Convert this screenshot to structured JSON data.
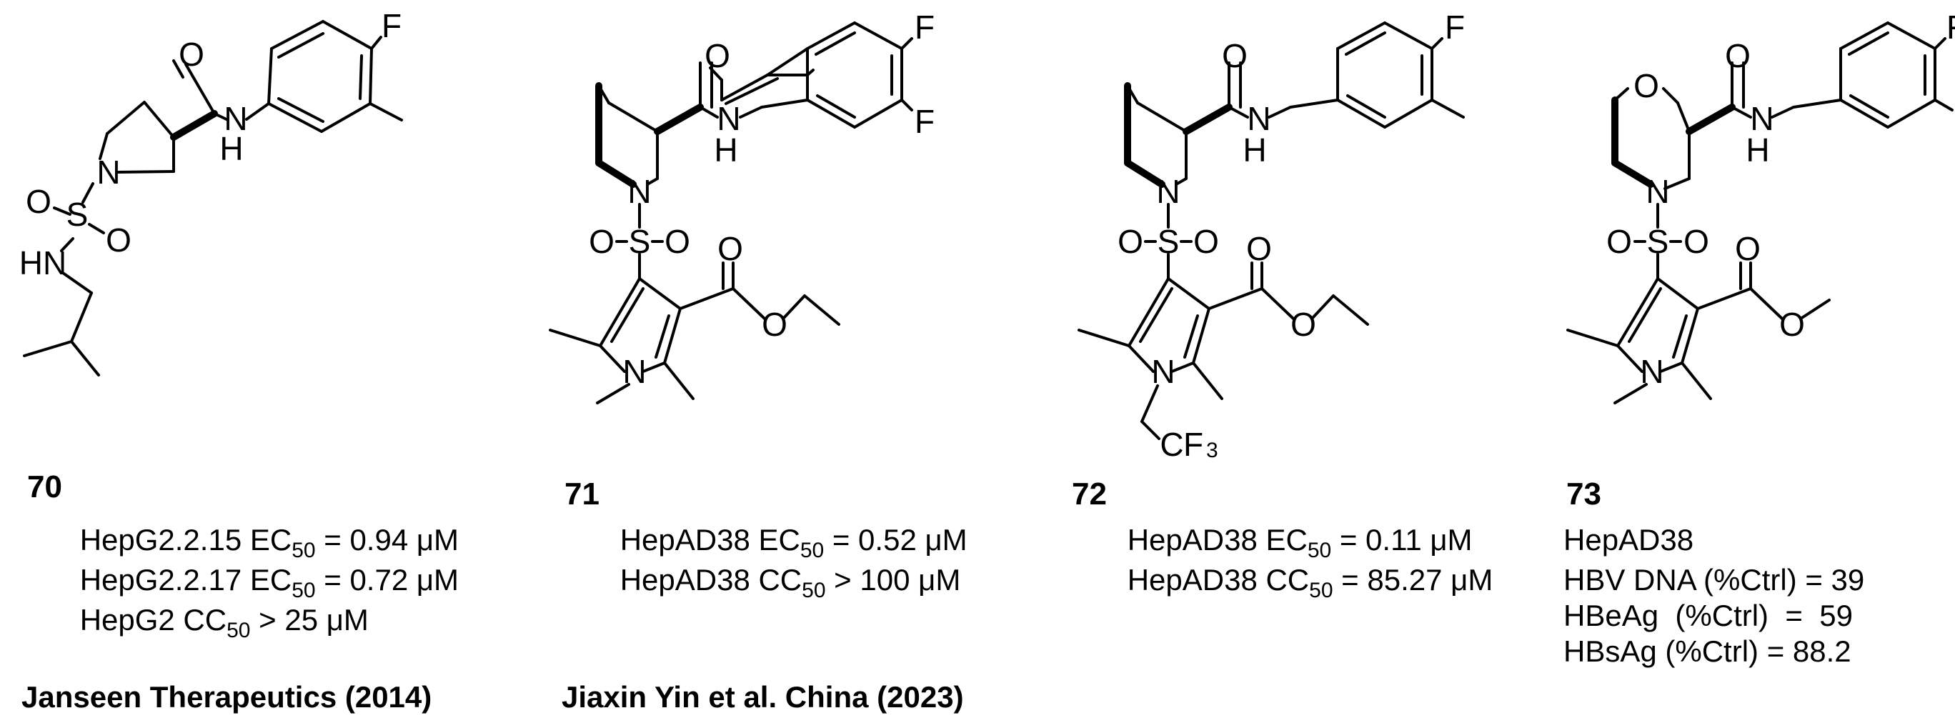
{
  "compounds": [
    {
      "id": "70",
      "assays": [
        {
          "pre": "HepG2.2.15 EC",
          "sub": "50",
          "post": " = 0.94 μM"
        },
        {
          "pre": "HepG2.2.17 EC",
          "sub": "50",
          "post": " = 0.72 μM"
        },
        {
          "pre": "HepG2 CC",
          "sub": "50",
          "post": " > 25 μM"
        }
      ],
      "reference": "Janseen Therapeutics (2014)"
    },
    {
      "id": "71",
      "assays": [
        {
          "pre": "HepAD38 EC",
          "sub": "50",
          "post": " = 0.52 μM"
        },
        {
          "pre": "HepAD38 CC",
          "sub": "50",
          "post": " > 100 μM"
        }
      ],
      "reference": "Jiaxin Yin et al. China (2023)"
    },
    {
      "id": "72",
      "assays": [
        {
          "pre": "HepAD38 EC",
          "sub": "50",
          "post": " = 0.11 μM"
        },
        {
          "pre": "HepAD38 CC",
          "sub": "50",
          "post": " = 85.27 μM"
        }
      ]
    },
    {
      "id": "73",
      "assays": [
        {
          "pre": "HepAD38",
          "sub": "",
          "post": ""
        },
        {
          "pre": "HBV DNA (%Ctrl) = 39",
          "sub": "",
          "post": ""
        },
        {
          "pre": "HBeAg  (%Ctrl)  =  59",
          "sub": "",
          "post": ""
        },
        {
          "pre": "HBsAg (%Ctrl) = 88.2",
          "sub": "",
          "post": ""
        }
      ]
    }
  ],
  "atoms": {
    "O": "O",
    "N": "N",
    "H": "H",
    "F": "F",
    "S": "S",
    "HN": "HN",
    "C": "C",
    "F3": "F",
    "sub3": "3"
  },
  "icons": {
    "compound_70": "pyrrolidine-sulfamide-structure",
    "compound_71": "piperidine-pyrrole-sulfonamide-structure",
    "compound_72": "piperidine-trifluoroethyl-pyrrole-structure",
    "compound_73": "morpholine-pyrrole-sulfonamide-structure"
  }
}
